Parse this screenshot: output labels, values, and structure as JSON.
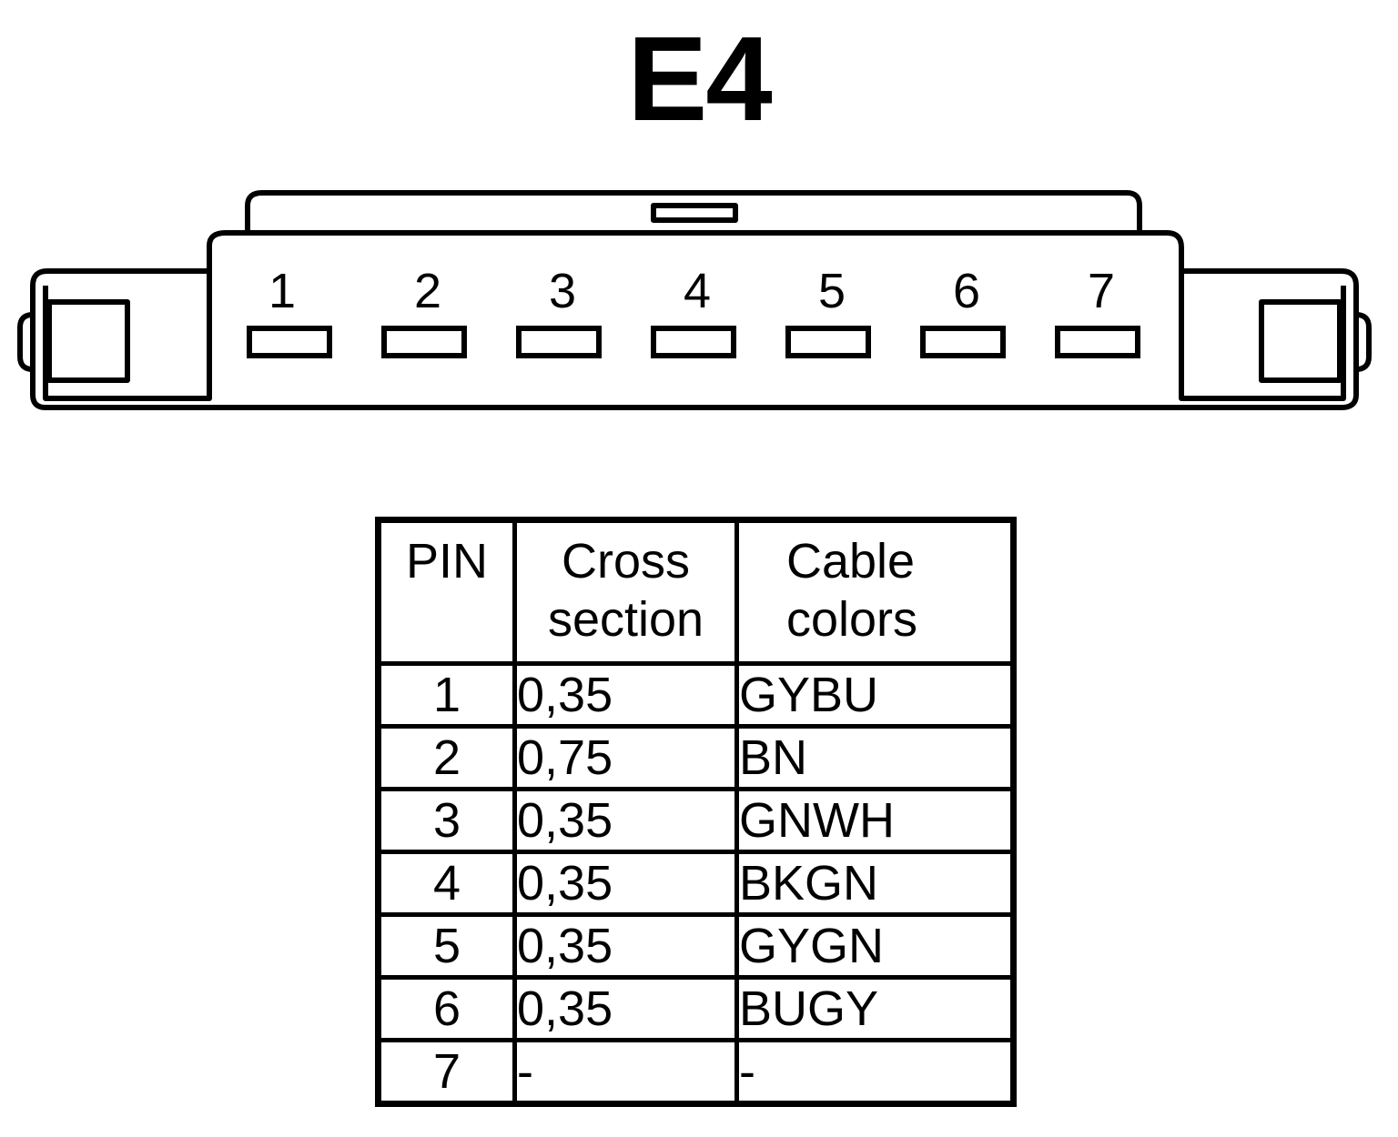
{
  "title": "E4",
  "connector": {
    "pin_labels": [
      "1",
      "2",
      "3",
      "4",
      "5",
      "6",
      "7"
    ]
  },
  "table": {
    "headers": {
      "pin": "PIN",
      "cross_section_line1": "Cross",
      "cross_section_line2": "section",
      "cable_colors_line1": "Cable",
      "cable_colors_line2": "colors"
    },
    "rows": [
      {
        "pin": "1",
        "cross_section": "0,35",
        "cable_color": "GYBU"
      },
      {
        "pin": "2",
        "cross_section": "0,75",
        "cable_color": "BN"
      },
      {
        "pin": "3",
        "cross_section": "0,35",
        "cable_color": "GNWH"
      },
      {
        "pin": "4",
        "cross_section": "0,35",
        "cable_color": "BKGN"
      },
      {
        "pin": "5",
        "cross_section": "0,35",
        "cable_color": "GYGN"
      },
      {
        "pin": "6",
        "cross_section": "0,35",
        "cable_color": "BUGY"
      },
      {
        "pin": "7",
        "cross_section": "-",
        "cable_color": "-"
      }
    ]
  },
  "colors": {
    "line": "#000000",
    "background": "#ffffff"
  }
}
